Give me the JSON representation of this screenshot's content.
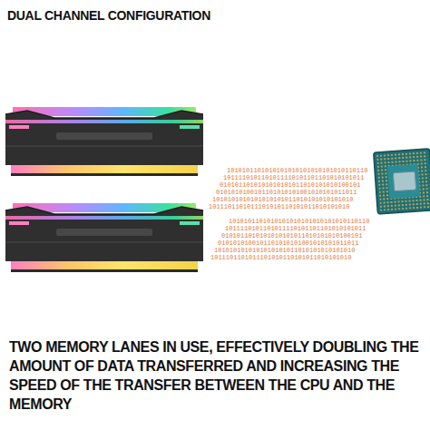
{
  "diagram": {
    "title": "DUAL CHANNEL CONFIGURATION",
    "caption": "TWO MEMORY LANES IN USE, EFFECTIVELY DOUBLING THE AMOUNT OF DATA TRANSFERRED AND INCREASING THE SPEED OF THE TRANSFER BETWEEN THE CPU AND THE MEMORY",
    "labels": [
      "1010101101010101010101010101010110110",
      "1011110101101011110101101101010101011",
      "0101011010101010101011010101010100101",
      "0101010100101101010101001010101011011",
      "1010101010101010101011010101010101010",
      "1011101101011101010110101011010101010",
      "1010101101010101010101010101010110110",
      "1011110101101011110101101101010101011",
      "0101011010101010101011010101010100101",
      "0101010100101101010101001010101011011",
      "1010101010101010101011010101010101010",
      "1011101101011101010110101011010101010"
    ]
  }
}
